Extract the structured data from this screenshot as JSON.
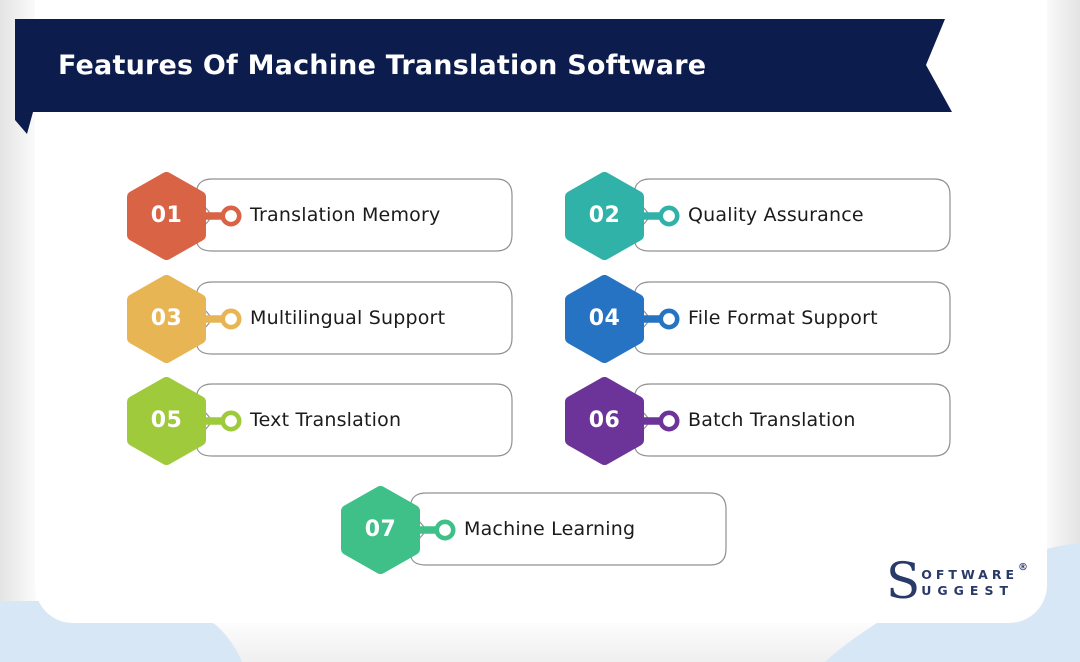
{
  "page": {
    "title": "Features Of Machine Translation Software"
  },
  "features": [
    {
      "num": "01",
      "label": "Translation Memory",
      "color": "#d96345"
    },
    {
      "num": "02",
      "label": "Quality Assurance",
      "color": "#30b2a9"
    },
    {
      "num": "03",
      "label": "Multilingual Support",
      "color": "#e7b553"
    },
    {
      "num": "04",
      "label": "File Format Support",
      "color": "#2673c4"
    },
    {
      "num": "05",
      "label": "Text Translation",
      "color": "#9fca3b"
    },
    {
      "num": "06",
      "label": "Batch Translation",
      "color": "#6c3399"
    },
    {
      "num": "07",
      "label": "Machine Learning",
      "color": "#3ec088"
    }
  ],
  "branding": {
    "big_s": "S",
    "line1": "OFTWARE",
    "line2": "UGGEST",
    "registered": "®"
  },
  "colors": {
    "banner_navy": "#0c1c4d",
    "decor_blue": "#d8e7f5",
    "bar_border": "#909090",
    "label_text": "#1b1b1b",
    "logo_navy": "#2a3a68"
  }
}
